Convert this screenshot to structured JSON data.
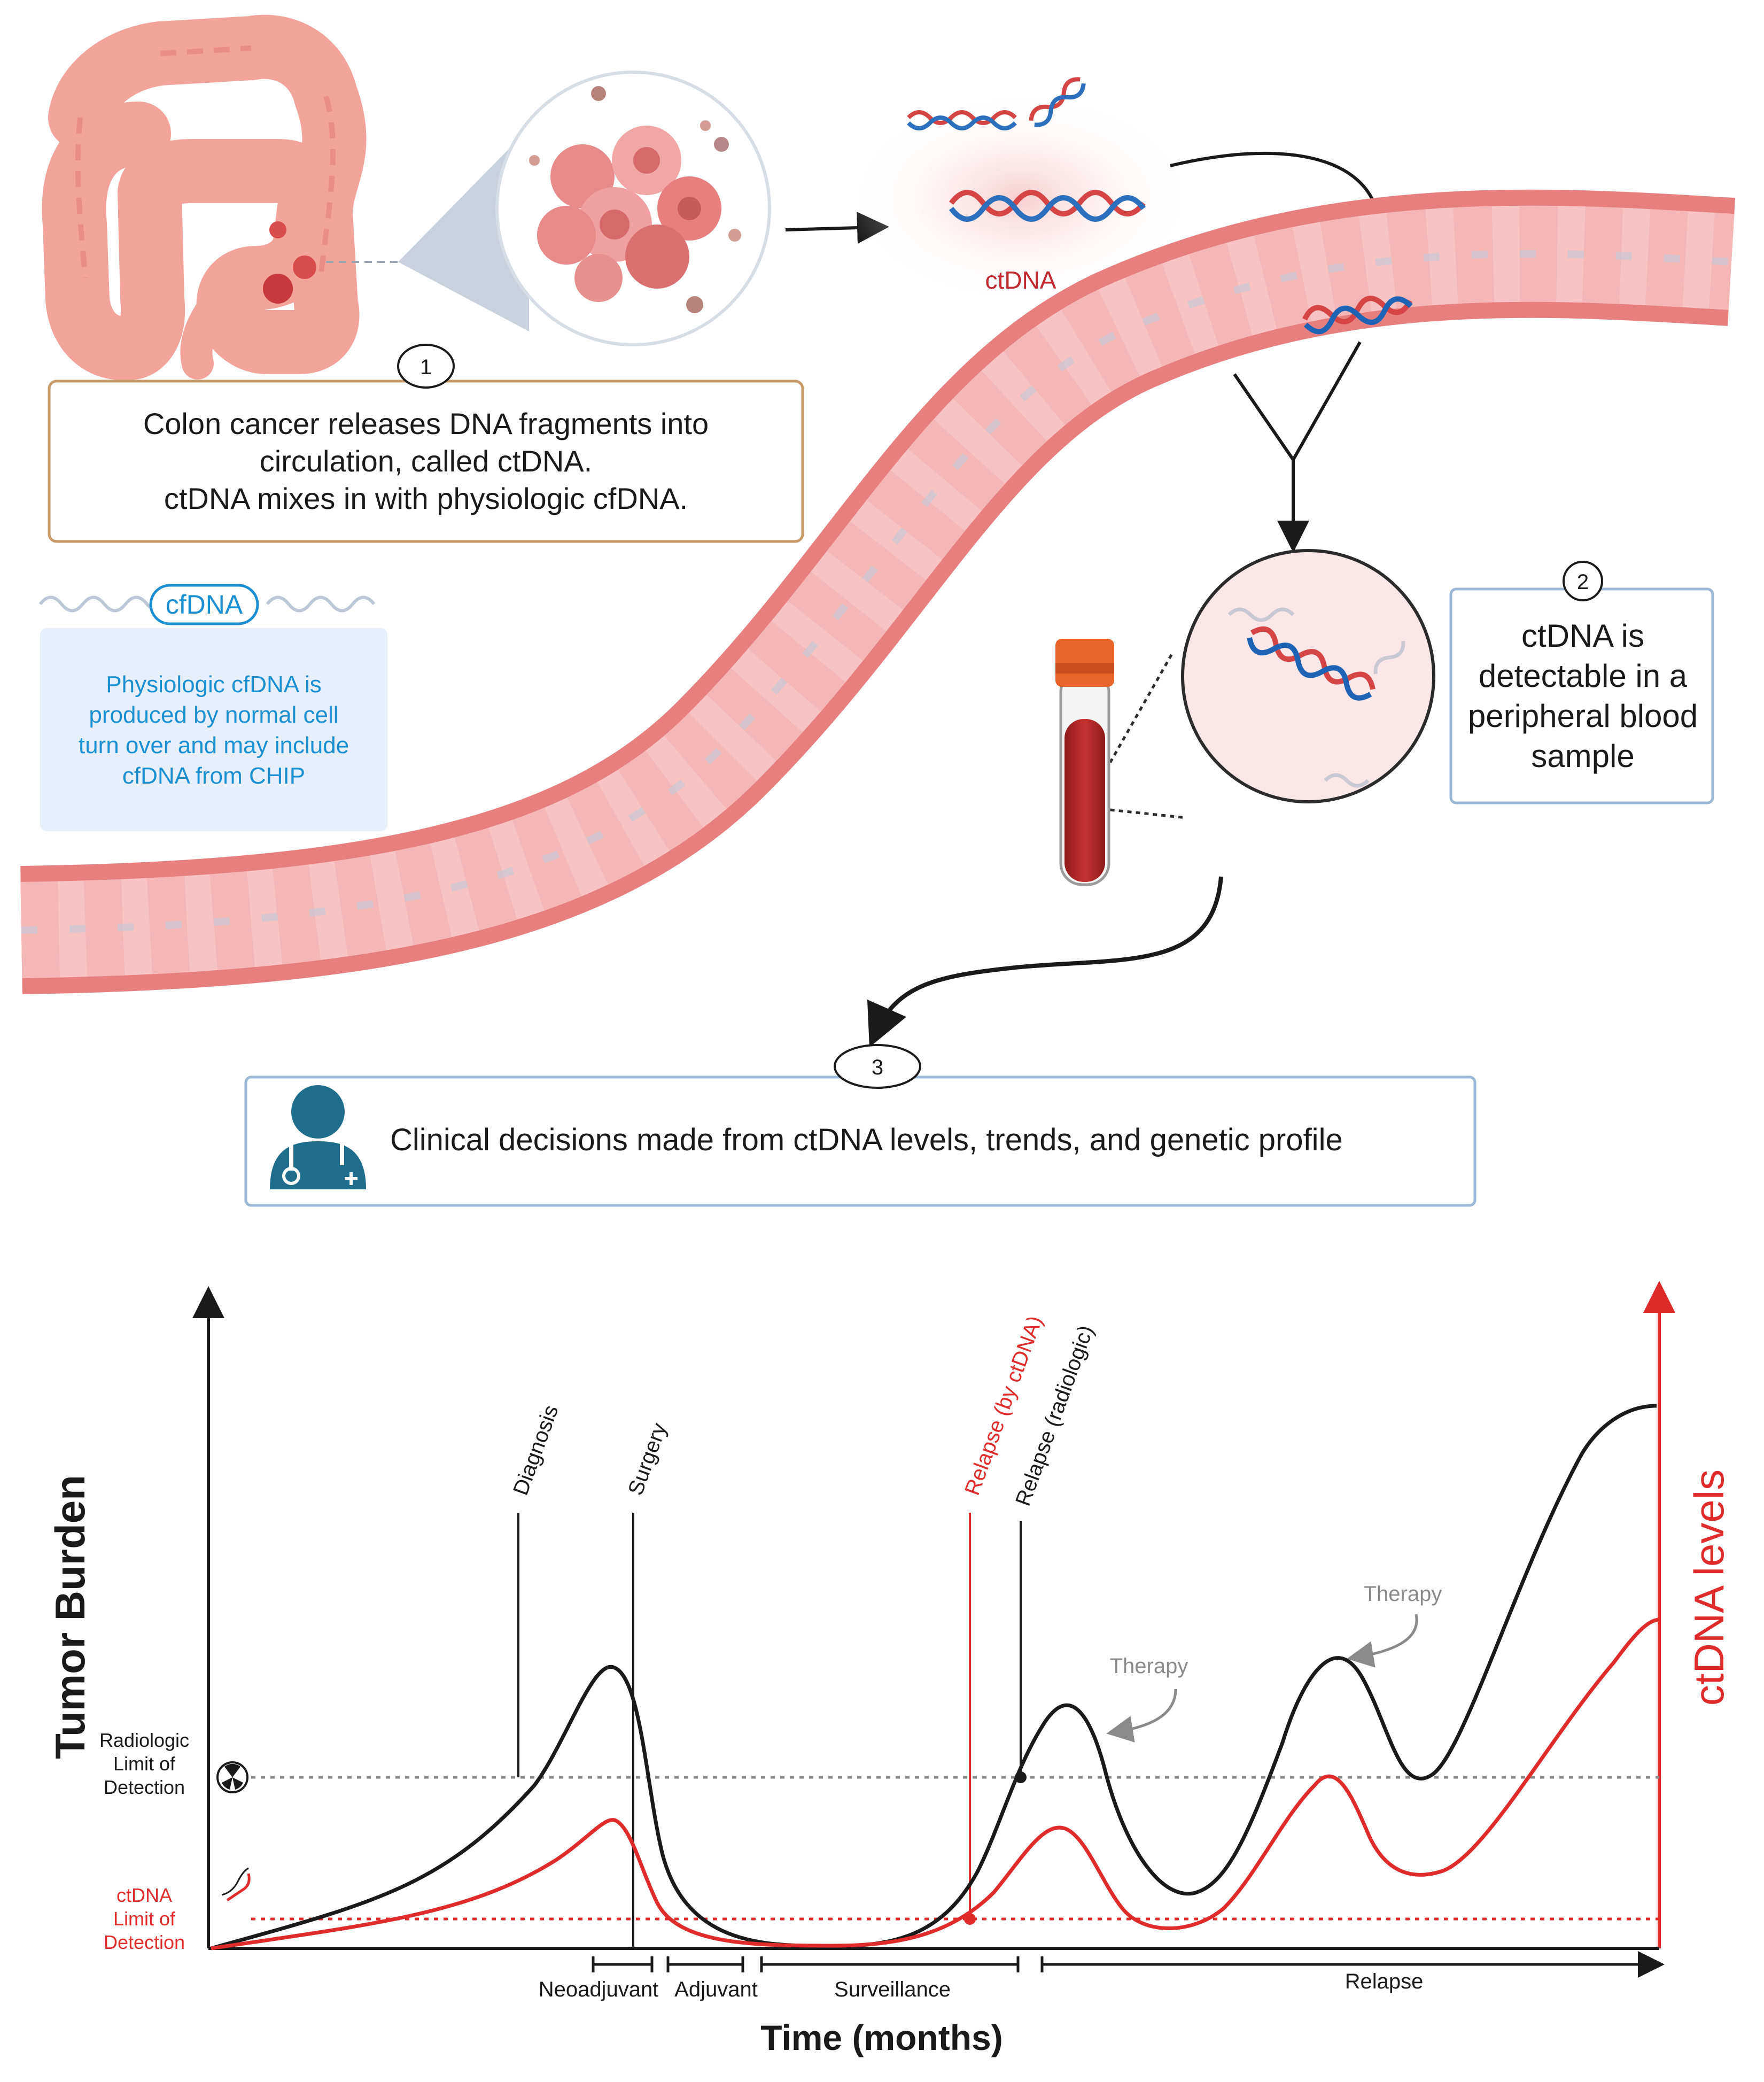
{
  "step1": {
    "number": "1",
    "lines": [
      "Colon cancer releases DNA fragments into",
      "circulation, called ctDNA.",
      "ctDNA mixes in with physiologic cfDNA."
    ]
  },
  "ctdna_label": "ctDNA",
  "cfdna": {
    "pill": "cfDNA",
    "lines": [
      "Physiologic cfDNA is",
      "produced by normal cell",
      "turn over and may include",
      "cfDNA from CHIP"
    ]
  },
  "step2": {
    "number": "2",
    "lines": [
      "ctDNA is",
      "detectable in a",
      "peripheral blood",
      "sample"
    ]
  },
  "step3": {
    "number": "3",
    "text": "Clinical decisions made from ctDNA levels, trends, and genetic profile"
  },
  "chart": {
    "y_left_label": "Tumor Burden",
    "y_right_label": "ctDNA levels",
    "x_label": "Time (months)",
    "radiologic_lod": [
      "Radiologic",
      "Limit of",
      "Detection"
    ],
    "ctdna_lod": [
      "ctDNA",
      "Limit of",
      "Detection"
    ],
    "events": {
      "diagnosis": "Diagnosis",
      "surgery": "Surgery",
      "relapse_ctdna": "Relapse (by ctDNA)",
      "relapse_radiologic": "Relapse (radiologic)"
    },
    "therapy_labels": [
      "Therapy",
      "Therapy"
    ],
    "phases": [
      "Neoadjuvant",
      "Adjuvant",
      "Surveillance",
      "Relapse"
    ]
  },
  "colors": {
    "vessel": "#f5a3a3",
    "vessel_dark": "#e87f7f",
    "tumor_curve": "#1a1a1a",
    "ctdna_curve": "#e02b2b",
    "cfdna_blue": "#1a8fd1",
    "box_orange": "#c89a6a",
    "box_blue": "#9bb8d6",
    "doctor_teal": "#1f6d8c"
  },
  "chart_data": {
    "type": "line",
    "title": "",
    "xlabel": "Time (months)",
    "ylabel": "Tumor Burden",
    "ylabel_right": "ctDNA levels",
    "x": [
      0,
      0.1,
      0.2,
      0.28,
      0.3,
      0.34,
      0.44,
      0.5,
      0.53,
      0.56,
      0.59,
      0.64,
      0.67,
      0.76,
      0.81,
      0.85,
      0.9,
      0.94,
      1.0
    ],
    "series": [
      {
        "name": "Tumor Burden",
        "values": [
          0,
          0.2,
          0.33,
          0.5,
          0.28,
          0.02,
          0.0,
          0.22,
          0.32,
          0.42,
          0.12,
          0.1,
          0.3,
          0.57,
          0.32,
          0.35,
          0.78,
          0.9,
          0.92
        ]
      },
      {
        "name": "ctDNA levels",
        "values": [
          0,
          0.05,
          0.12,
          0.2,
          0.1,
          0.01,
          0.0,
          0.1,
          0.16,
          0.2,
          0.04,
          0.02,
          0.1,
          0.27,
          0.12,
          0.13,
          0.3,
          0.5,
          0.55
        ]
      }
    ],
    "thresholds": [
      "Radiologic Limit of Detection",
      "ctDNA Limit of Detection"
    ]
  }
}
